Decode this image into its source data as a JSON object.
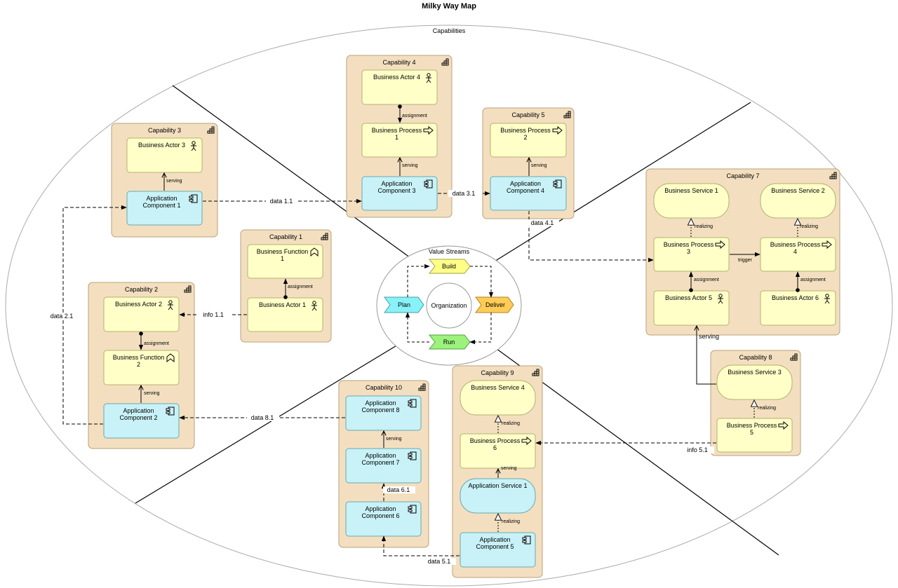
{
  "title": "Milky Way Map",
  "capabilities_label": "Capabilities",
  "value_streams_label": "Value Streams",
  "organization_label": "Organization",
  "value_stream_steps": [
    "Build",
    "Plan",
    "Deliver",
    "Run"
  ],
  "colors": {
    "capability_fill": "#f3dfbf",
    "business_fill": "#ffffc8",
    "application_fill": "#c8f2f8",
    "build_fill": "#ffff88",
    "plan_fill": "#88f2f8",
    "deliver_fill": "#ffcc55",
    "run_fill": "#9cf27c"
  },
  "capabilities": [
    {
      "id": "cap1",
      "title": "Capability 1"
    },
    {
      "id": "cap2",
      "title": "Capability 2"
    },
    {
      "id": "cap3",
      "title": "Capability 3"
    },
    {
      "id": "cap4",
      "title": "Capability 4"
    },
    {
      "id": "cap5",
      "title": "Capability 5"
    },
    {
      "id": "cap7",
      "title": "Capability 7"
    },
    {
      "id": "cap8",
      "title": "Capability 8"
    },
    {
      "id": "cap9",
      "title": "Capability 9"
    },
    {
      "id": "cap10",
      "title": "Capability 10"
    }
  ],
  "elements": [
    {
      "id": "ba4",
      "type": "business-actor",
      "lines": [
        "Business Actor 4"
      ]
    },
    {
      "id": "bp1",
      "type": "business-process",
      "lines": [
        "Business Process",
        "1"
      ]
    },
    {
      "id": "ac3",
      "type": "application-component",
      "lines": [
        "Application",
        "Component 3"
      ]
    },
    {
      "id": "bp2",
      "type": "business-process",
      "lines": [
        "Business Process",
        "2"
      ]
    },
    {
      "id": "ac4",
      "type": "application-component",
      "lines": [
        "Application",
        "Component 4"
      ]
    },
    {
      "id": "ba3",
      "type": "business-actor",
      "lines": [
        "Business Actor 3"
      ]
    },
    {
      "id": "ac1",
      "type": "application-component",
      "lines": [
        "Application",
        "Component 1"
      ]
    },
    {
      "id": "bf1",
      "type": "business-function",
      "lines": [
        "Business Function",
        "1"
      ]
    },
    {
      "id": "ba1",
      "type": "business-actor",
      "lines": [
        "Business Actor 1"
      ]
    },
    {
      "id": "ba2",
      "type": "business-actor",
      "lines": [
        "Business Actor 2"
      ]
    },
    {
      "id": "bf2",
      "type": "business-function",
      "lines": [
        "Business Function",
        "2"
      ]
    },
    {
      "id": "ac2",
      "type": "application-component",
      "lines": [
        "Application",
        "Component 2"
      ]
    },
    {
      "id": "bs1",
      "type": "business-service",
      "lines": [
        "Business Service 1"
      ]
    },
    {
      "id": "bs2",
      "type": "business-service",
      "lines": [
        "Business Service 2"
      ]
    },
    {
      "id": "bp3",
      "type": "business-process",
      "lines": [
        "Business Process",
        "3"
      ]
    },
    {
      "id": "bp4",
      "type": "business-process",
      "lines": [
        "Business Process",
        "4"
      ]
    },
    {
      "id": "ba5",
      "type": "business-actor",
      "lines": [
        "Business Actor 5"
      ]
    },
    {
      "id": "ba6",
      "type": "business-actor",
      "lines": [
        "Business Actor 6"
      ]
    },
    {
      "id": "bs3",
      "type": "business-service",
      "lines": [
        "Business Service 3"
      ]
    },
    {
      "id": "bp5",
      "type": "business-process",
      "lines": [
        "Business Process",
        "5"
      ]
    },
    {
      "id": "bs4",
      "type": "business-service",
      "lines": [
        "Business Service 4"
      ]
    },
    {
      "id": "bp6",
      "type": "business-process",
      "lines": [
        "Business Process",
        "6"
      ]
    },
    {
      "id": "as1",
      "type": "application-service",
      "lines": [
        "Application Service 1"
      ]
    },
    {
      "id": "ac5",
      "type": "application-component",
      "lines": [
        "Application",
        "Component 5"
      ]
    },
    {
      "id": "ac8",
      "type": "application-component",
      "lines": [
        "Application",
        "Component 8"
      ]
    },
    {
      "id": "ac7",
      "type": "application-component",
      "lines": [
        "Application",
        "Component 7"
      ]
    },
    {
      "id": "ac6",
      "type": "application-component",
      "lines": [
        "Application",
        "Component 6"
      ]
    }
  ],
  "relations": [
    {
      "id": "r1",
      "label": "assignment"
    },
    {
      "id": "r2",
      "label": "serving"
    },
    {
      "id": "r3",
      "label": "serving"
    },
    {
      "id": "r4",
      "label": "serving"
    },
    {
      "id": "r5",
      "label": "assignment"
    },
    {
      "id": "r6",
      "label": "assignment"
    },
    {
      "id": "r7",
      "label": "serving"
    },
    {
      "id": "r8",
      "label": "realizing"
    },
    {
      "id": "r9",
      "label": "realizing"
    },
    {
      "id": "r10",
      "label": "trigger"
    },
    {
      "id": "r11",
      "label": "assignment"
    },
    {
      "id": "r12",
      "label": "assignment"
    },
    {
      "id": "r13",
      "label": "serving"
    },
    {
      "id": "r14",
      "label": "realizing"
    },
    {
      "id": "r15",
      "label": "realizing"
    },
    {
      "id": "r16",
      "label": "serving"
    },
    {
      "id": "r17",
      "label": "realizing"
    },
    {
      "id": "r18",
      "label": "serving"
    }
  ],
  "flows": [
    {
      "id": "f1",
      "label": "data 1.1"
    },
    {
      "id": "f2",
      "label": "data 3.1"
    },
    {
      "id": "f3",
      "label": "data 4.1"
    },
    {
      "id": "f4",
      "label": "info 1.1"
    },
    {
      "id": "f5",
      "label": "data 2.1"
    },
    {
      "id": "f6",
      "label": "data 8.1"
    },
    {
      "id": "f7",
      "label": "info 5.1"
    },
    {
      "id": "f8",
      "label": "data 5.1"
    },
    {
      "id": "f9",
      "label": "data 6.1"
    }
  ]
}
